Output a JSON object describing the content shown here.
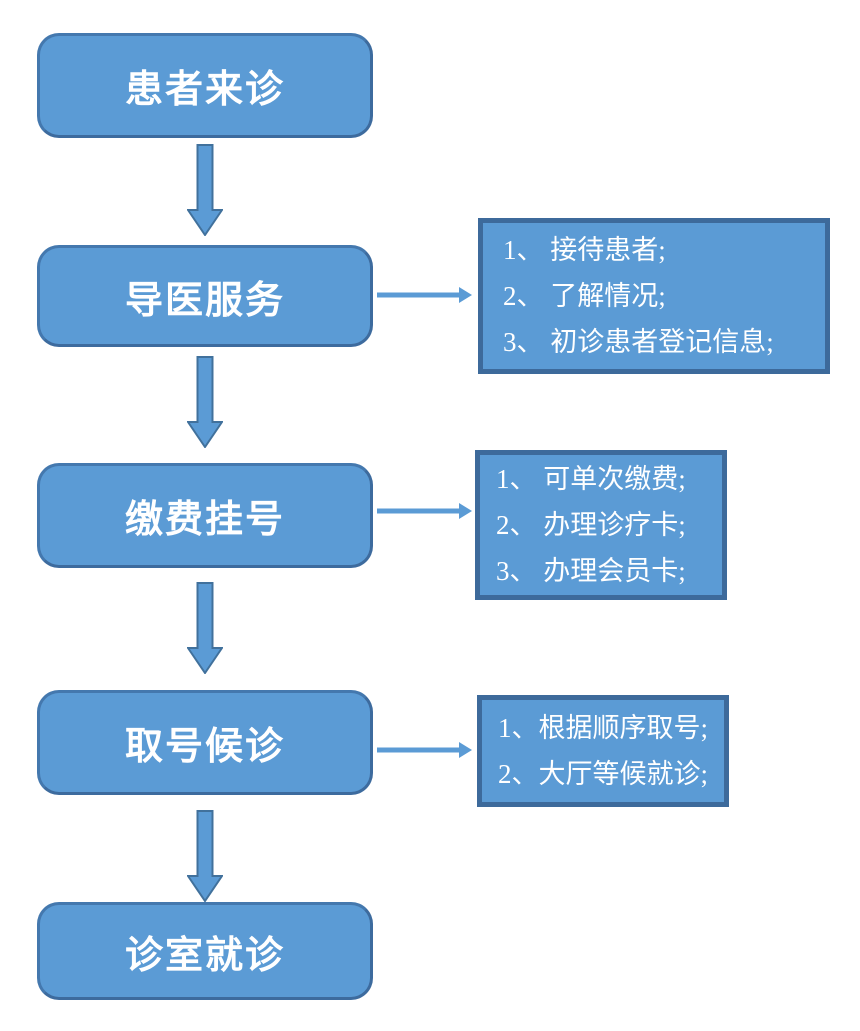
{
  "colors": {
    "shape_fill": "#5b9bd5",
    "shape_border": "#41719c",
    "note_border": "#3d6a9b",
    "text": "#ffffff",
    "background": "#ffffff"
  },
  "flow": {
    "steps": [
      {
        "label": "患者来诊"
      },
      {
        "label": "导医服务",
        "notes": [
          "1、 接待患者;",
          "2、 了解情况;",
          "3、 初诊患者登记信息;"
        ]
      },
      {
        "label": "缴费挂号",
        "notes": [
          "1、 可单次缴费;",
          "2、 办理诊疗卡;",
          "3、 办理会员卡;"
        ]
      },
      {
        "label": "取号候诊",
        "notes": [
          "1、根据顺序取号;",
          "2、大厅等候就诊;"
        ]
      },
      {
        "label": "诊室就诊"
      }
    ]
  }
}
